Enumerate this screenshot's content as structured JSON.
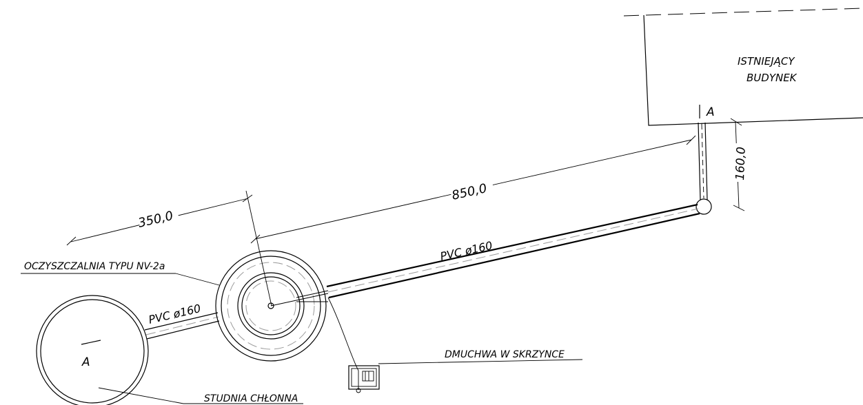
{
  "building": {
    "line1": "ISTNIEJĄCY",
    "line2": "BUDYNEK"
  },
  "section_marker_top": "A",
  "section_marker_bottom": "A",
  "dimensions": {
    "d350": "350,0",
    "d850": "850,0",
    "d160": "160,0"
  },
  "pipes": {
    "main_label": "PVC ø160",
    "short_label": "PVC ø160"
  },
  "labels": {
    "treatment_plant": "OCZYSZCZALNIA TYPU NV-2a",
    "blower": "DMUCHWA W SKRZYNCE",
    "soakaway": "STUDNIA CHŁONNA"
  }
}
